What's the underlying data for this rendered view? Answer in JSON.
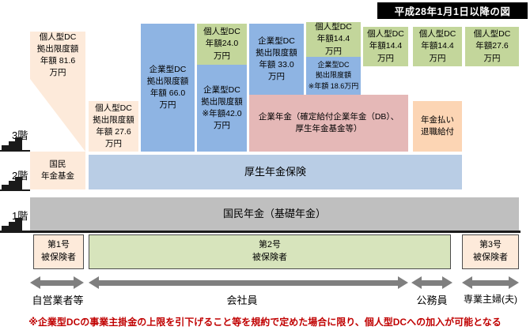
{
  "header": {
    "title": "平成28年1月1日以降の図"
  },
  "floors": {
    "floor3": "3階",
    "floor2": "2階",
    "floor1": "1階"
  },
  "blocks": {
    "personal_dc_self": "個人型DC\n拠出限度額\n年額 81.6\n万円",
    "national_pension_fund": "国民\n年金基金",
    "personal_dc_employee": "個人型DC\n拠出限度額\n年額 27.6\n万円",
    "corporate_dc_66": "企業型DC\n拠出限度額\n年額 66.0\n万円",
    "personal_dc_24": "個人型DC\n年額24.0\n万円",
    "corporate_dc_42": "企業型DC\n拠出限度額\n※年額42.0\n万円",
    "corporate_dc_33": "企業型DC\n拠出限度額\n年額 33.0\n万円",
    "corporate_pension": "企業年金（確定給付企業年金（DB）、\n厚生年金基金等）",
    "personal_dc_144_left": "個人型DC\n年額14.4\n万円",
    "corporate_dc_186": "企業型DC\n拠出限度額\n※年額 18.6万円",
    "personal_dc_144_mid": "個人型DC\n年額14.4\n万円",
    "personal_dc_144_civil": "個人型DC\n年額14.4\n万円",
    "retirement_benefit": "年金払い\n退職給付",
    "personal_dc_spouse": "個人型DC\n年額27.6\n万円",
    "employees_pension": "厚生年金保険",
    "basic_pension": "国民年金（基礎年金）"
  },
  "insured": {
    "category1": "第1号\n被保険者",
    "category2": "第2号\n被保険者",
    "category3": "第3号\n被保険者"
  },
  "occupations": {
    "self_employed": "自営業者等",
    "company_employee": "会社員",
    "civil_servant": "公務員",
    "homemaker": "専業主婦(夫)"
  },
  "footnote": "※企業型DCの事業主掛金の上限を引下げること等を規約で定めた場合に限り、個人型DCへの加入が可能となる",
  "colors": {
    "cream": "#fdeada",
    "peach": "#fcd5b4",
    "dc_blue": "#8eb4e3",
    "employees_pension_blue": "#b9cde5",
    "dc_green": "#c3d69b",
    "insured_green": "#d7e4bc",
    "corporate_pension_pink": "#e5b8b7",
    "basic_pension_gray": "#bfbfbf",
    "footnote_red": "#c00000"
  }
}
